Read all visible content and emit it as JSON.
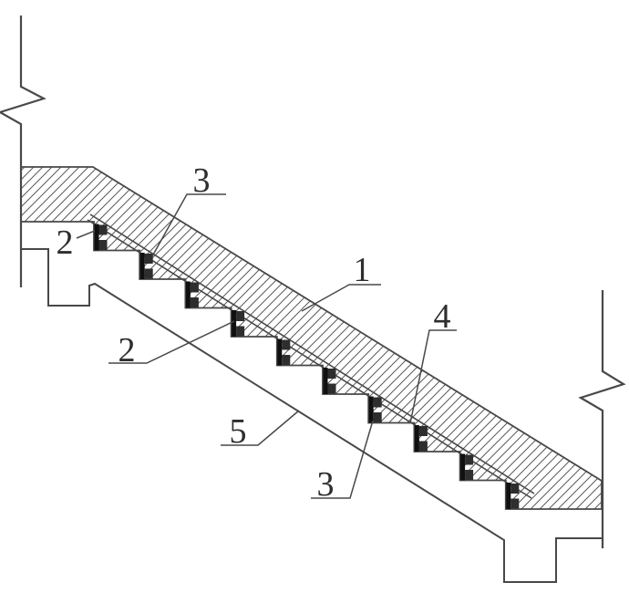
{
  "figure": {
    "type": "stair-section-detail-drawing",
    "background": "#ffffff",
    "line_color": "#484848",
    "hatch_color": "#5a5a5a",
    "steel_color": "#101010",
    "block_color": "#2e2e2e",
    "text_color": "#2e2e2e",
    "callouts": {
      "c1": "1",
      "c2a": "2",
      "c2b": "2",
      "c3a": "3",
      "c3b": "3",
      "c4": "4",
      "c5": "5"
    }
  }
}
